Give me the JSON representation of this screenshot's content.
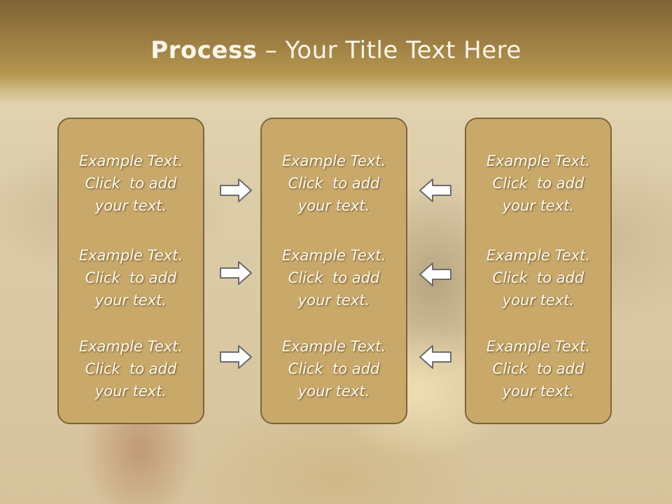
{
  "slide": {
    "title_bold": "Process",
    "title_rest": " – Your Title Text Here"
  },
  "columns": [
    {
      "items": [
        {
          "line1": "Example Text.",
          "line2": "Click  to add",
          "line3": "your text."
        },
        {
          "line1": "Example Text.",
          "line2": "Click  to add",
          "line3": "your text."
        },
        {
          "line1": "Example Text.",
          "line2": "Click  to add",
          "line3": "your text."
        }
      ]
    },
    {
      "items": [
        {
          "line1": "Example Text.",
          "line2": "Click  to add",
          "line3": "your text."
        },
        {
          "line1": "Example Text.",
          "line2": "Click  to add",
          "line3": "your text."
        },
        {
          "line1": "Example Text.",
          "line2": "Click  to add",
          "line3": "your text."
        }
      ]
    },
    {
      "items": [
        {
          "line1": "Example Text.",
          "line2": "Click  to add",
          "line3": "your text."
        },
        {
          "line1": "Example Text.",
          "line2": "Click  to add",
          "line3": "your text."
        },
        {
          "line1": "Example Text.",
          "line2": "Click  to add",
          "line3": "your text."
        }
      ]
    }
  ],
  "arrows": {
    "left_group": "right-arrow-icon",
    "right_group": "left-arrow-icon"
  },
  "colors": {
    "header": "#9a7b42",
    "box_fill": "#c9a96a",
    "box_border": "#7d6338",
    "text": "#fffaf0"
  }
}
